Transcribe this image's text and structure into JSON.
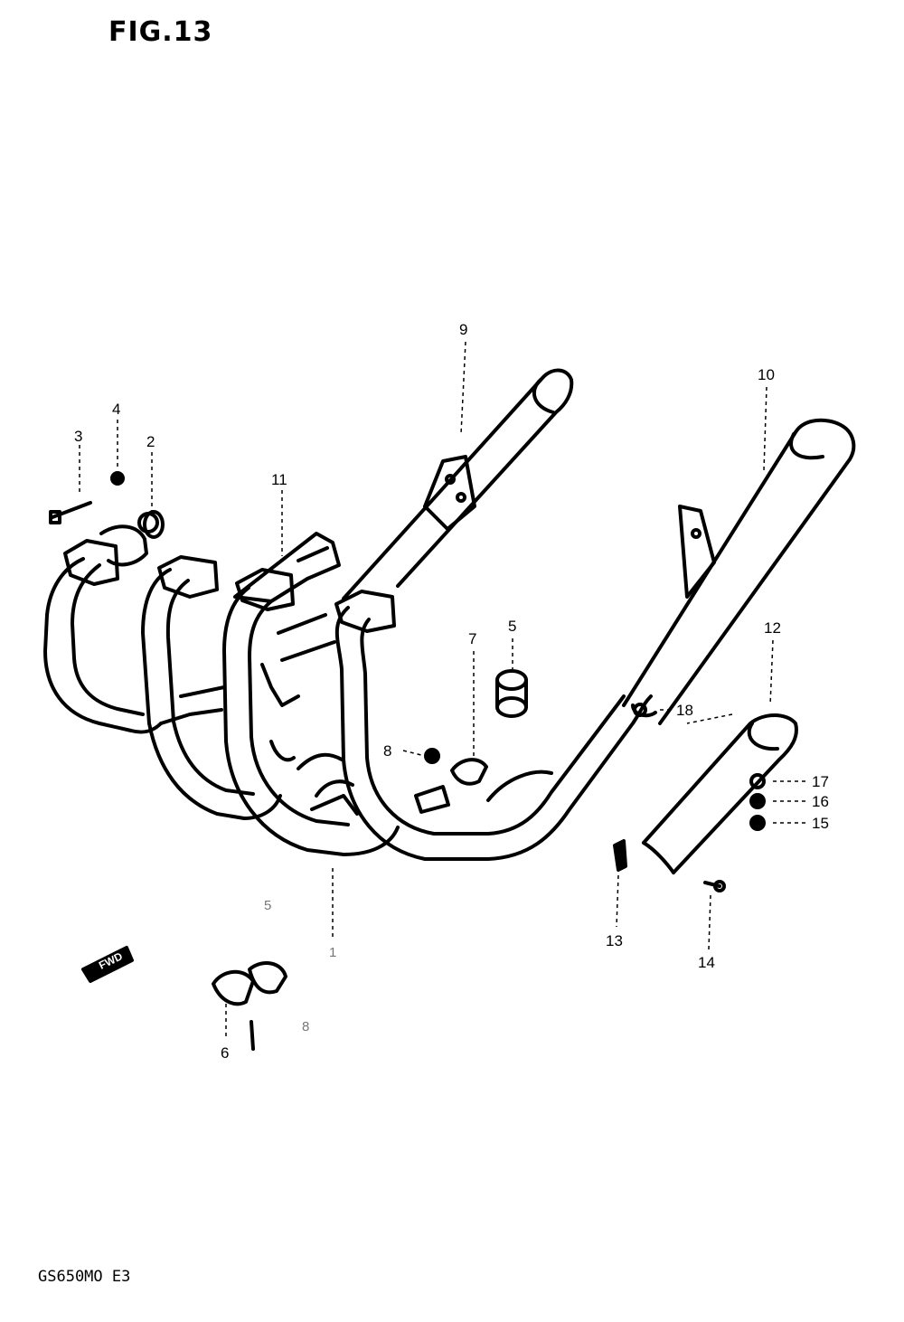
{
  "figure": {
    "title": "FIG.13",
    "model_code": "GS650MO  E3"
  },
  "direction_tag": "FWD",
  "callouts": [
    {
      "id": "c1",
      "label": "1"
    },
    {
      "id": "c2",
      "label": "2"
    },
    {
      "id": "c3",
      "label": "3"
    },
    {
      "id": "c4",
      "label": "4"
    },
    {
      "id": "c5a",
      "label": "5"
    },
    {
      "id": "c5b",
      "label": "5"
    },
    {
      "id": "c6",
      "label": "6"
    },
    {
      "id": "c7",
      "label": "7"
    },
    {
      "id": "c8a",
      "label": "8"
    },
    {
      "id": "c8b",
      "label": "8"
    },
    {
      "id": "c9",
      "label": "9"
    },
    {
      "id": "c10",
      "label": "10"
    },
    {
      "id": "c11",
      "label": "11"
    },
    {
      "id": "c12",
      "label": "12"
    },
    {
      "id": "c13",
      "label": "13"
    },
    {
      "id": "c14",
      "label": "14"
    },
    {
      "id": "c15",
      "label": "15"
    },
    {
      "id": "c16",
      "label": "16"
    },
    {
      "id": "c17",
      "label": "17"
    },
    {
      "id": "c18",
      "label": "18"
    }
  ]
}
